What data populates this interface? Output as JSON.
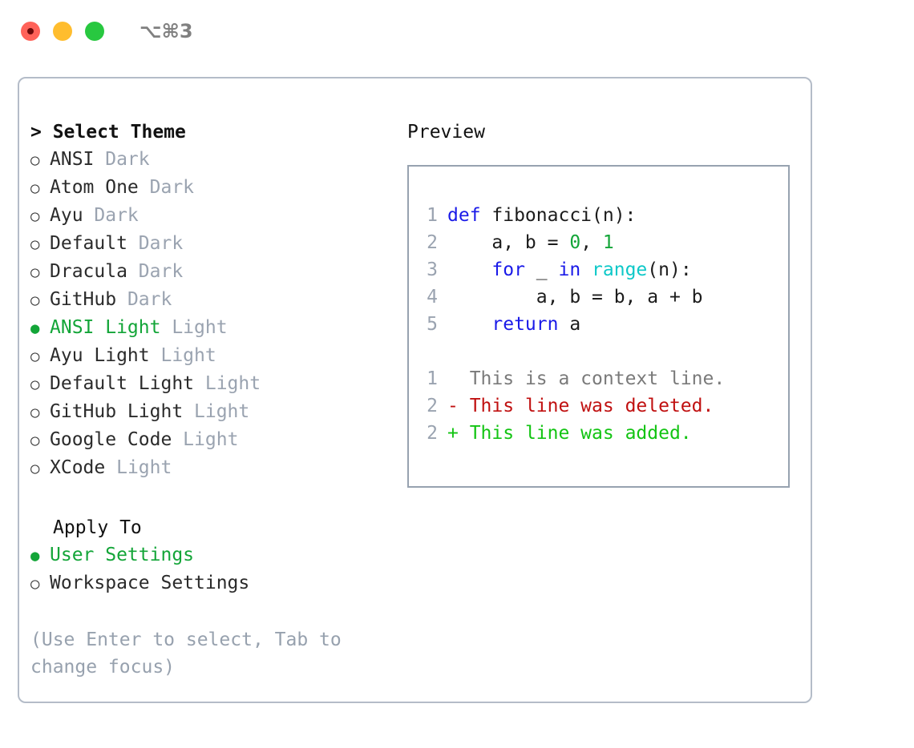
{
  "titlebar": {
    "shortcut": "⌥⌘3",
    "buttons": [
      {
        "name": "close",
        "color": "#ff6259"
      },
      {
        "name": "minimize",
        "color": "#ffbd2e"
      },
      {
        "name": "maximize",
        "color": "#28c840"
      }
    ]
  },
  "theme_picker": {
    "heading": "> Select Theme",
    "items": [
      {
        "bullet": "○",
        "name": "ANSI",
        "tag": " Dark",
        "selected": false
      },
      {
        "bullet": "○",
        "name": "Atom One",
        "tag": " Dark",
        "selected": false
      },
      {
        "bullet": "○",
        "name": "Ayu",
        "tag": " Dark",
        "selected": false
      },
      {
        "bullet": "○",
        "name": "Default",
        "tag": " Dark",
        "selected": false
      },
      {
        "bullet": "○",
        "name": "Dracula",
        "tag": " Dark",
        "selected": false
      },
      {
        "bullet": "○",
        "name": "GitHub",
        "tag": " Dark",
        "selected": false
      },
      {
        "bullet": "●",
        "name": "ANSI Light",
        "tag": " Light",
        "selected": true
      },
      {
        "bullet": "○",
        "name": "Ayu Light",
        "tag": " Light",
        "selected": false
      },
      {
        "bullet": "○",
        "name": "Default Light",
        "tag": " Light",
        "selected": false
      },
      {
        "bullet": "○",
        "name": "GitHub Light",
        "tag": " Light",
        "selected": false
      },
      {
        "bullet": "○",
        "name": "Google Code",
        "tag": " Light",
        "selected": false
      },
      {
        "bullet": "○",
        "name": "XCode",
        "tag": " Light",
        "selected": false
      }
    ]
  },
  "apply_to": {
    "heading": "Apply To",
    "items": [
      {
        "bullet": "●",
        "name": "User Settings",
        "selected": true
      },
      {
        "bullet": "○",
        "name": "Workspace Settings",
        "selected": false
      }
    ]
  },
  "hint": "(Use Enter to select, Tab to change focus)",
  "preview": {
    "heading": "Preview",
    "code_lines": [
      {
        "no": "1",
        "tokens": [
          {
            "t": "def",
            "c": "kw"
          },
          {
            "t": " fibonacci(n):",
            "c": "plain"
          }
        ]
      },
      {
        "no": "2",
        "tokens": [
          {
            "t": "    a, b = ",
            "c": "plain"
          },
          {
            "t": "0",
            "c": "num"
          },
          {
            "t": ", ",
            "c": "plain"
          },
          {
            "t": "1",
            "c": "num"
          }
        ]
      },
      {
        "no": "3",
        "tokens": [
          {
            "t": "    ",
            "c": "plain"
          },
          {
            "t": "for",
            "c": "kw"
          },
          {
            "t": " _ ",
            "c": "plain"
          },
          {
            "t": "in",
            "c": "kw"
          },
          {
            "t": " ",
            "c": "plain"
          },
          {
            "t": "range",
            "c": "fn"
          },
          {
            "t": "(n):",
            "c": "plain"
          }
        ]
      },
      {
        "no": "4",
        "tokens": [
          {
            "t": "        a, b = b, a + b",
            "c": "plain"
          }
        ]
      },
      {
        "no": "5",
        "tokens": [
          {
            "t": "    ",
            "c": "plain"
          },
          {
            "t": "return",
            "c": "kw"
          },
          {
            "t": " a",
            "c": "plain"
          }
        ]
      }
    ],
    "diff_lines": [
      {
        "no": "1",
        "marker": "  ",
        "text": "This is a context line.",
        "c": "ctx"
      },
      {
        "no": "2",
        "marker": "- ",
        "text": "This line was deleted.",
        "c": "del"
      },
      {
        "no": "2",
        "marker": "+ ",
        "text": "This line was added.",
        "c": "add"
      }
    ]
  }
}
